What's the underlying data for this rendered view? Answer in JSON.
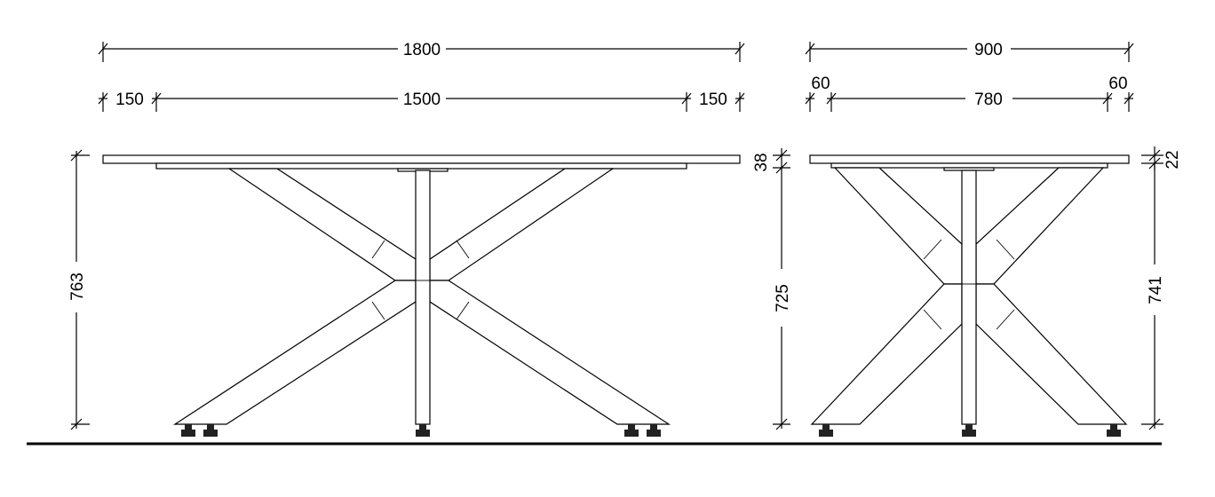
{
  "front_view": {
    "overall_width": "1800",
    "inner_width": "1500",
    "left_overhang": "150",
    "right_overhang": "150",
    "total_height": "763"
  },
  "side_view": {
    "overall_width": "900",
    "inner_width": "780",
    "left_overhang": "60",
    "right_overhang": "60",
    "top_thickness_front": "38",
    "top_thickness_side": "22",
    "leg_height": "725",
    "frame_height": "741"
  }
}
